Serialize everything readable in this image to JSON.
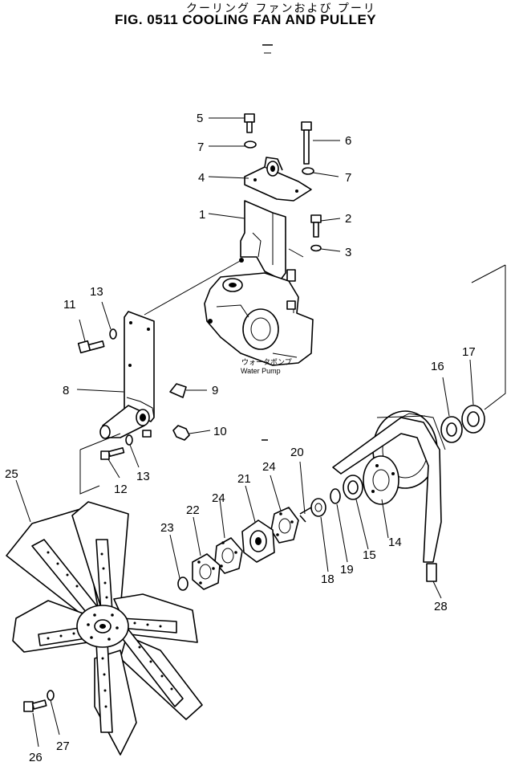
{
  "header": {
    "title_jp": "クーリング ファンおよび プーリ",
    "title_en": "FIG. 0511  COOLING FAN AND PULLEY"
  },
  "water_pump": {
    "label_jp": "ウォータポンプ",
    "label_en": "Water  Pump"
  },
  "callouts": {
    "c1": "1",
    "c2": "2",
    "c3": "3",
    "c4": "4",
    "c5": "5",
    "c6": "6",
    "c7a": "7",
    "c7b": "7",
    "c8": "8",
    "c9": "9",
    "c10": "10",
    "c11": "11",
    "c12": "12",
    "c13a": "13",
    "c13b": "13",
    "c14": "14",
    "c15": "15",
    "c16": "16",
    "c17": "17",
    "c18": "18",
    "c19": "19",
    "c20": "20",
    "c21": "21",
    "c22": "22",
    "c23": "23",
    "c24a": "24",
    "c24b": "24",
    "c25": "25",
    "c26": "26",
    "c27": "27",
    "c28": "28"
  }
}
